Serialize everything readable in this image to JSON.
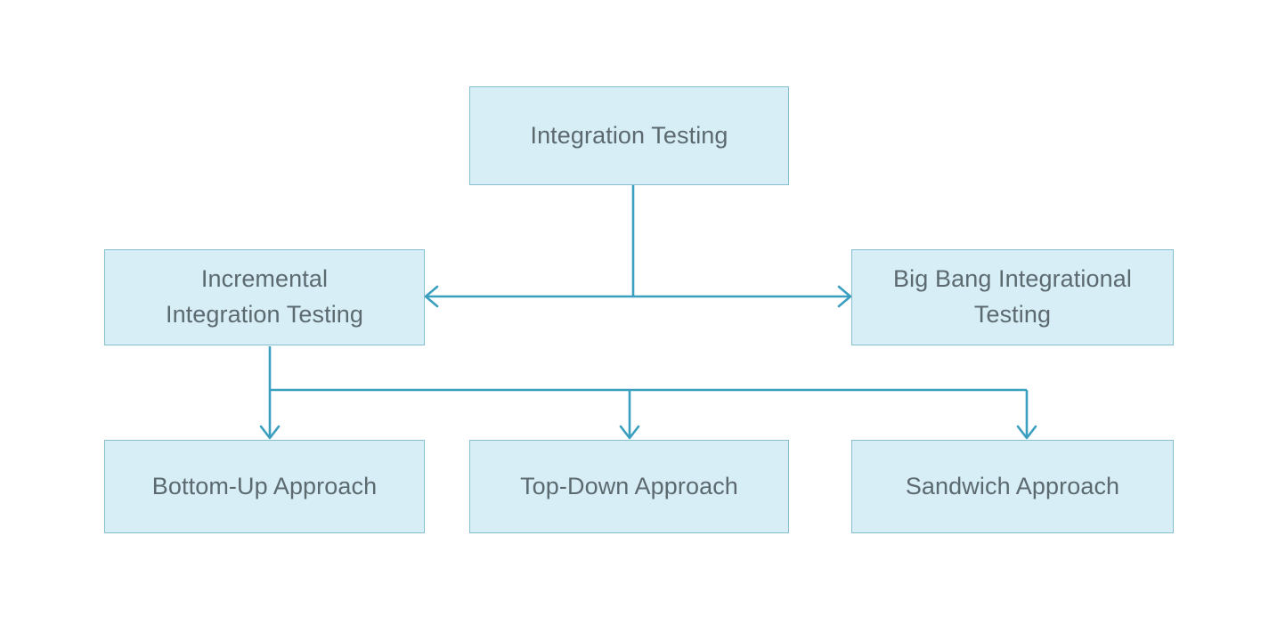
{
  "diagram": {
    "title": "Integration Testing types hierarchy",
    "colors": {
      "node_fill": "#d7eef7",
      "node_border": "#86bfcd",
      "node_text": "#5c6a70",
      "connector": "#3b9fbf",
      "background": "#ffffff"
    },
    "nodes": {
      "root": {
        "label": "Integration Testing"
      },
      "incremental": {
        "label": "Incremental\nIntegration Testing"
      },
      "bigbang": {
        "label": "Big Bang Integrational\nTesting"
      },
      "bottomup": {
        "label": "Bottom-Up Approach"
      },
      "topdown": {
        "label": "Top-Down Approach"
      },
      "sandwich": {
        "label": "Sandwich Approach"
      }
    },
    "connectors": [
      {
        "name": "root-trunk",
        "from": "root",
        "to": "split-bus",
        "arrow": "none"
      },
      {
        "name": "bus-to-incremental",
        "from": "split-bus",
        "to": "incremental",
        "arrow": "left"
      },
      {
        "name": "bus-to-bigbang",
        "from": "split-bus",
        "to": "bigbang",
        "arrow": "right"
      },
      {
        "name": "incremental-trunk",
        "from": "incremental",
        "to": "bottomup",
        "arrow": "down"
      },
      {
        "name": "bus-to-topdown",
        "from": "distribution-bus",
        "to": "topdown",
        "arrow": "down"
      },
      {
        "name": "bus-to-sandwich",
        "from": "distribution-bus",
        "to": "sandwich",
        "arrow": "down"
      }
    ]
  }
}
